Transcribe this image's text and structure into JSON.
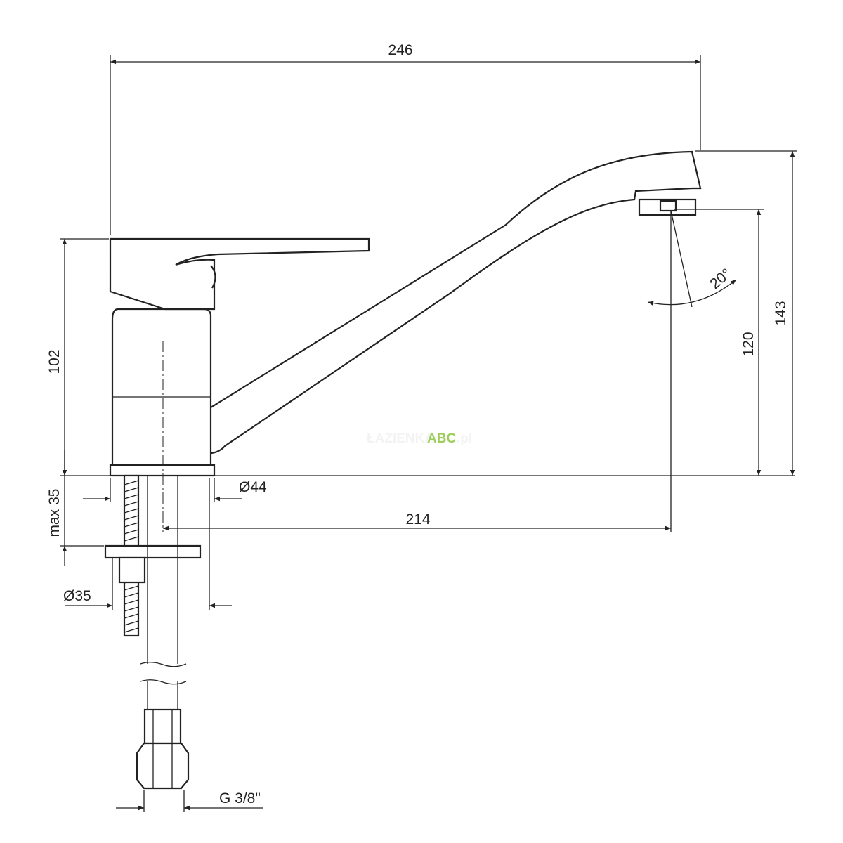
{
  "title": "Faucet technical drawing",
  "dimensions": {
    "overall_length": "246",
    "body_height": "102",
    "total_height": "143",
    "spout_height": "120",
    "spout_angle": "20°",
    "body_diameter": "Ø44",
    "spout_reach": "214",
    "max_mount_thickness": "max 35",
    "hole_diameter": "Ø35",
    "connection_thread": "G 3/8\""
  },
  "watermark": {
    "prefix": "ŁAZIENKA",
    "brand": "ABC",
    "suffix": ".pl",
    "brand_color": "#8dc63f"
  }
}
